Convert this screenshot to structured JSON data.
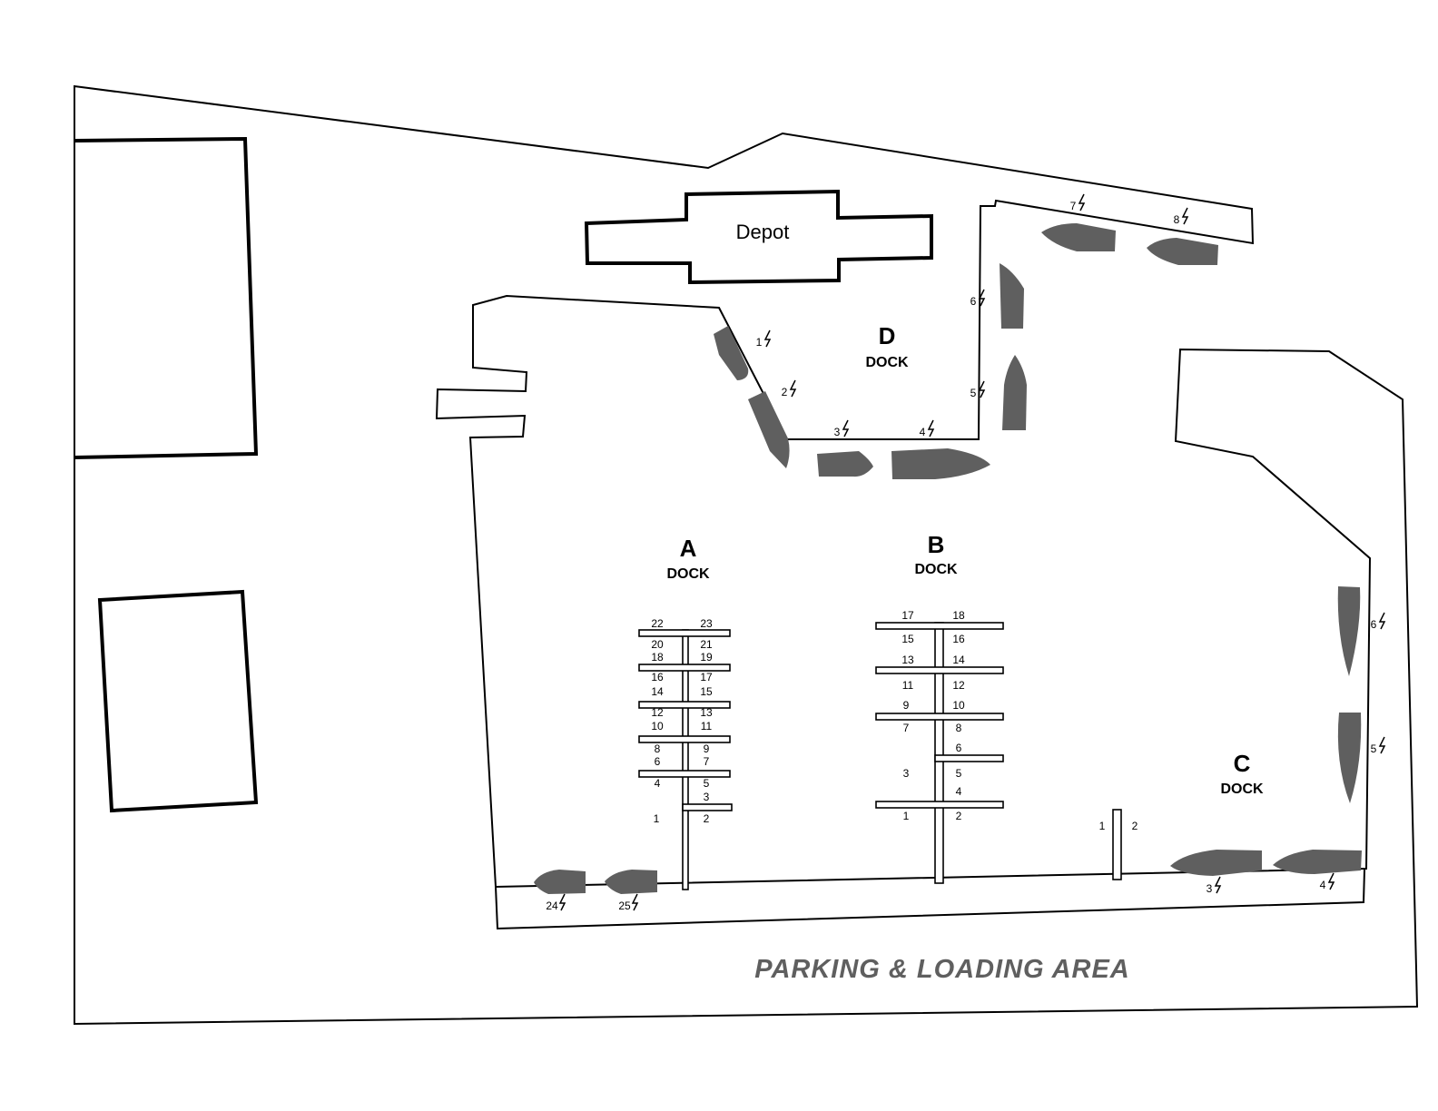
{
  "depot": {
    "label": "Depot"
  },
  "parking": {
    "label": "PARKING & LOADING AREA"
  },
  "icons": {
    "power": "lightning-bolt-icon",
    "boat": "boat-icon"
  },
  "colors": {
    "boat": "#5f5f5f",
    "parking_text": "#5f5f5f",
    "line": "#000000"
  },
  "docks": {
    "a": {
      "letter": "A",
      "word": "DOCK",
      "slips": [
        "22",
        "23",
        "20",
        "21",
        "18",
        "19",
        "16",
        "17",
        "14",
        "15",
        "12",
        "13",
        "10",
        "11",
        "8",
        "9",
        "6",
        "7",
        "4",
        "5",
        "3",
        "1",
        "2"
      ]
    },
    "b": {
      "letter": "B",
      "word": "DOCK",
      "slips": [
        "17",
        "18",
        "15",
        "16",
        "13",
        "14",
        "11",
        "12",
        "9",
        "10",
        "7",
        "8",
        "6",
        "3",
        "5",
        "4",
        "1",
        "2"
      ]
    },
    "c": {
      "letter": "C",
      "word": "DOCK",
      "slips": [
        "1",
        "2"
      ],
      "powered_slips": [
        "3",
        "4",
        "5",
        "6"
      ]
    },
    "d": {
      "letter": "D",
      "word": "DOCK",
      "powered_slips": [
        "1",
        "2",
        "3",
        "4",
        "5",
        "6",
        "7",
        "8"
      ]
    },
    "front": {
      "powered_slips": [
        "24",
        "25"
      ]
    }
  }
}
